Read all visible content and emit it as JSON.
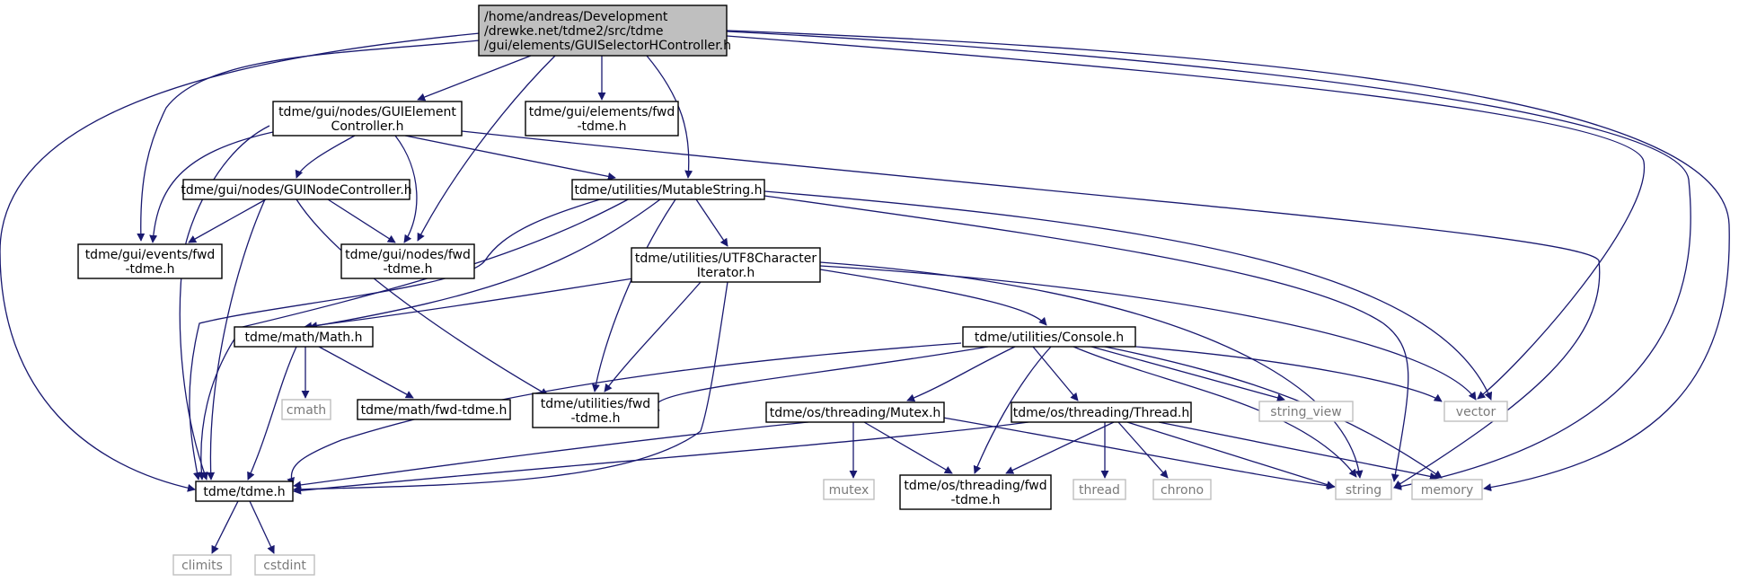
{
  "colors": {
    "edge": "#191970",
    "root_fill": "#bfbfbf",
    "system_border": "#bfbfbf",
    "node_border": "#000000"
  },
  "nodes": {
    "root": [
      "/home/andreas/Development",
      "/drewke.net/tdme2/src/tdme",
      "/gui/elements/GUISelectorHController.h"
    ],
    "gui_element_controller": [
      "tdme/gui/nodes/GUIElement",
      "Controller.h"
    ],
    "gui_elements_fwd": [
      "tdme/gui/elements/fwd",
      "-tdme.h"
    ],
    "gui_node_controller": [
      "tdme/gui/nodes/GUINodeController.h"
    ],
    "mutable_string": [
      "tdme/utilities/MutableString.h"
    ],
    "gui_events_fwd": [
      "tdme/gui/events/fwd",
      "-tdme.h"
    ],
    "gui_nodes_fwd": [
      "tdme/gui/nodes/fwd",
      "-tdme.h"
    ],
    "utf8_iterator": [
      "tdme/utilities/UTF8Character",
      "Iterator.h"
    ],
    "math": [
      "tdme/math/Math.h"
    ],
    "console": [
      "tdme/utilities/Console.h"
    ],
    "cmath": [
      "cmath"
    ],
    "math_fwd": [
      "tdme/math/fwd-tdme.h"
    ],
    "utilities_fwd": [
      "tdme/utilities/fwd",
      "-tdme.h"
    ],
    "mutex_h": [
      "tdme/os/threading/Mutex.h"
    ],
    "thread_h": [
      "tdme/os/threading/Thread.h"
    ],
    "string_view": [
      "string_view"
    ],
    "vector": [
      "vector"
    ],
    "tdme_h": [
      "tdme/tdme.h"
    ],
    "mutex": [
      "mutex"
    ],
    "threading_fwd": [
      "tdme/os/threading/fwd",
      "-tdme.h"
    ],
    "thread": [
      "thread"
    ],
    "chrono": [
      "chrono"
    ],
    "string": [
      "string"
    ],
    "memory": [
      "memory"
    ],
    "climits": [
      "climits"
    ],
    "cstdint": [
      "cstdint"
    ]
  }
}
